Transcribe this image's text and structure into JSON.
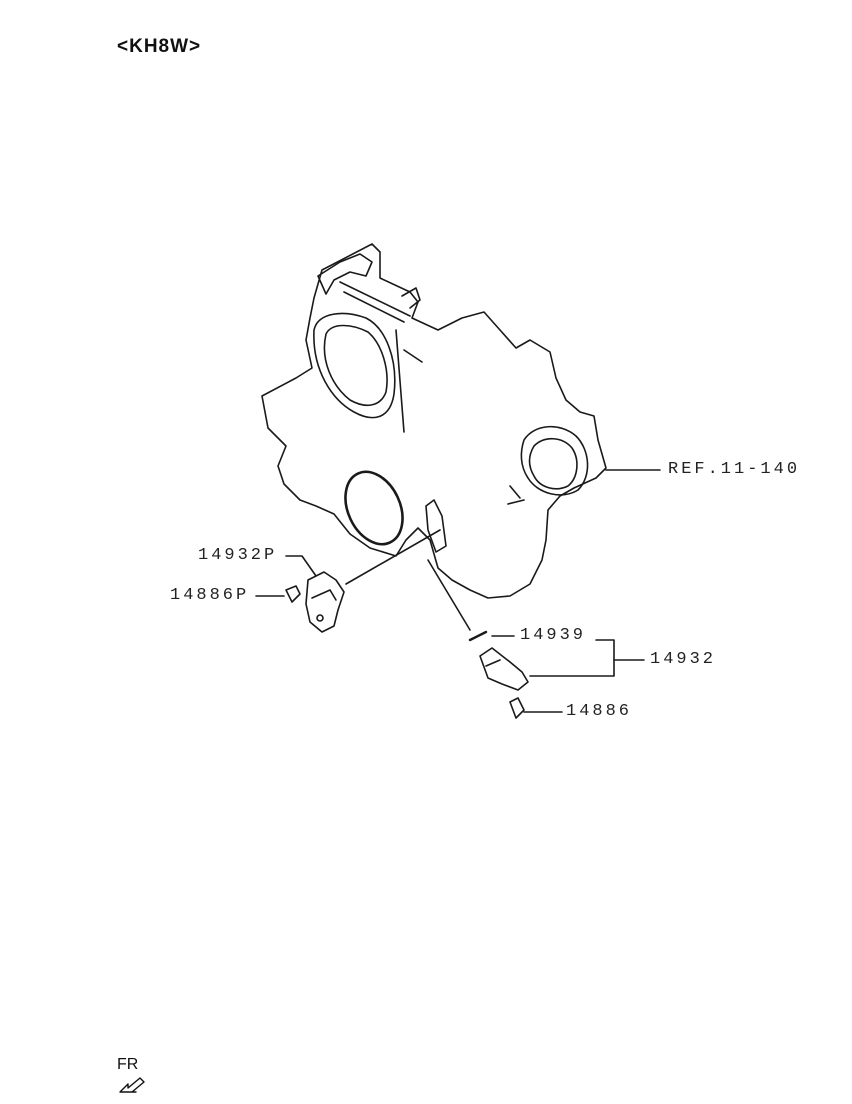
{
  "model_code": "<KH8W>",
  "labels": {
    "ref": "REF.11-140",
    "sensor_assy_p": "14932P",
    "bolt_p": "14886P",
    "oring": "14939",
    "sensor_assy": "14932",
    "bolt": "14886"
  },
  "direction": {
    "text": "FR",
    "icon": "front-direction-arrow-icon"
  }
}
